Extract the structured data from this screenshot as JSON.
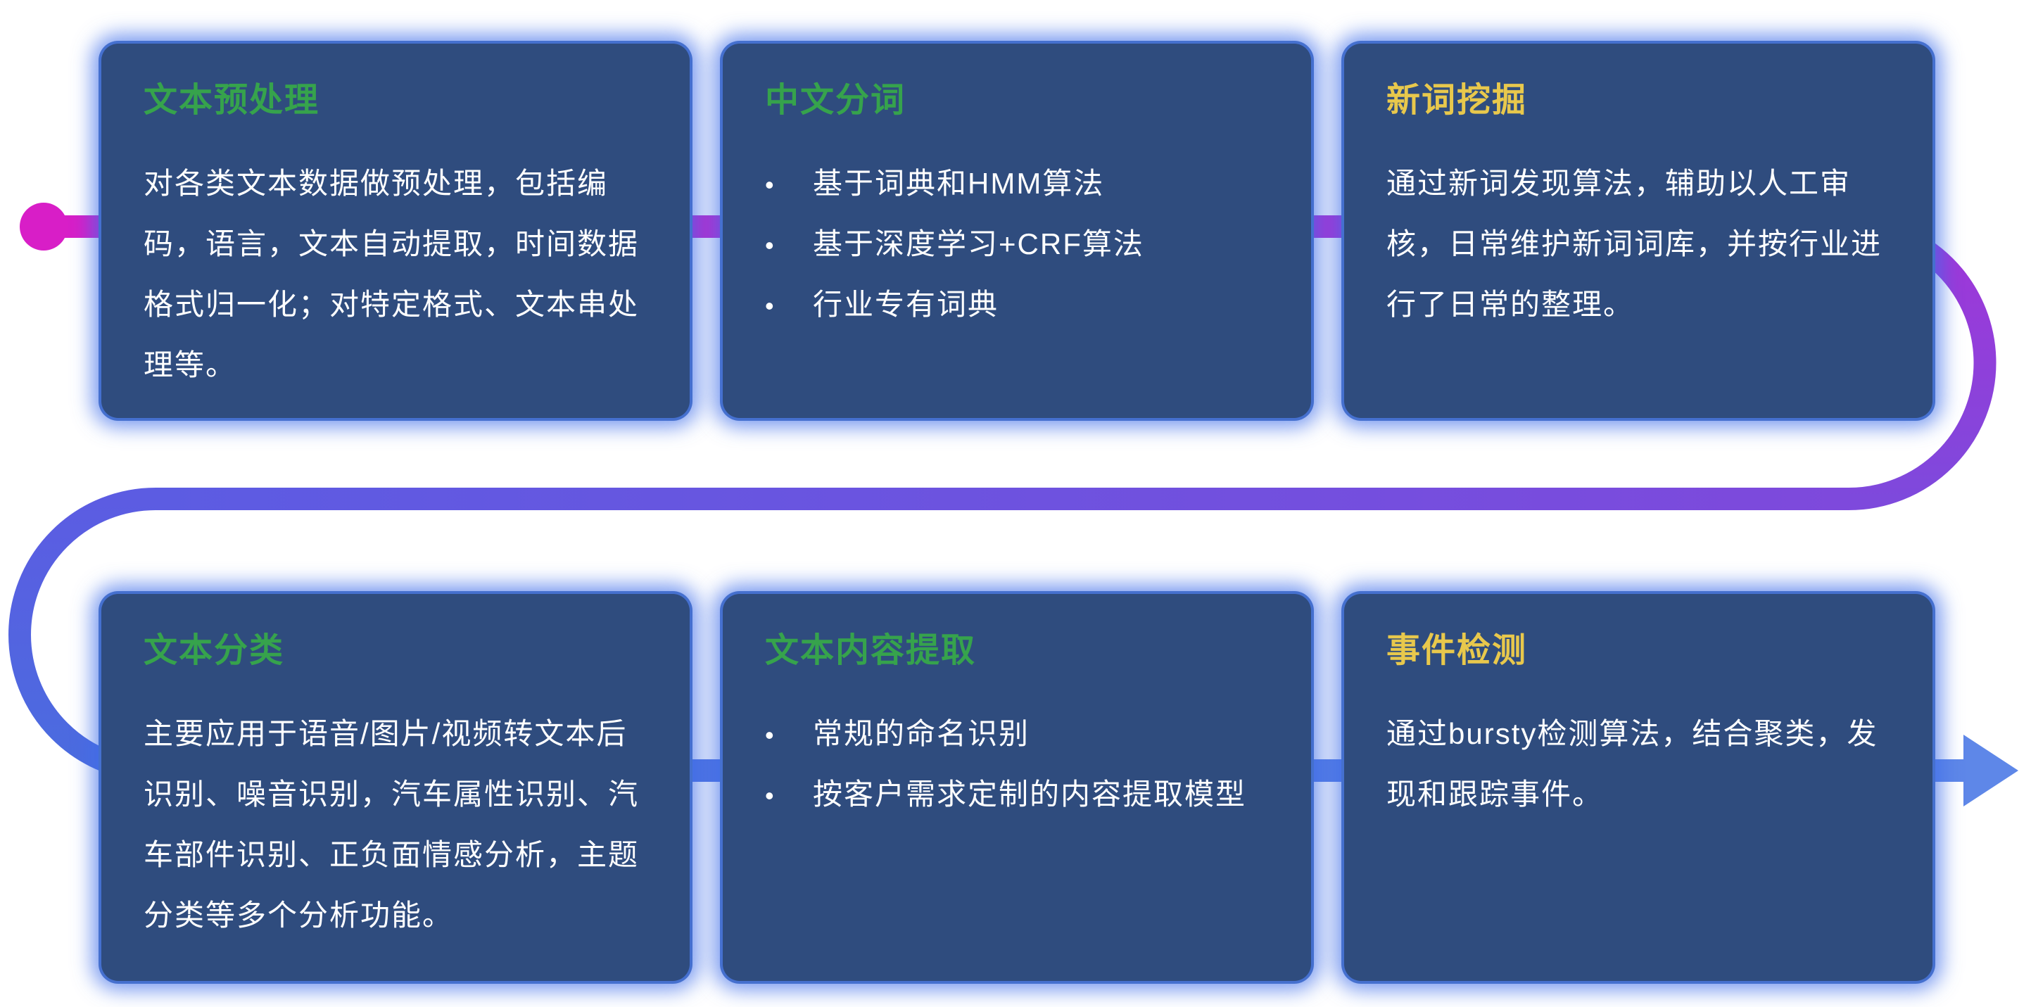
{
  "palette": {
    "page_bg": "#ffffff",
    "card_bg": "#2f4c7e",
    "card_glow": "#3e6ee9",
    "title_green": "#36a34c",
    "title_yellow": "#e8c84c",
    "body_text": "#ffffff",
    "line_start_magenta": "#d81ec7",
    "line_purple": "#a136d8",
    "line_violet": "#7e49dc",
    "line_indigo": "#5c5ce2",
    "line_blue": "#4a6cdf",
    "line_end_blue": "#5e87e8"
  },
  "flow": {
    "start_marker": "magenta-dot",
    "end_marker": "right-arrow"
  },
  "cards": [
    {
      "id": "text-preprocessing",
      "title": "文本预处理",
      "title_color": "green",
      "type": "paragraph",
      "body": "对各类文本数据做预处理，包括编码，语言，文本自动提取，时间数据格式归一化；对特定格式、文本串处理等。"
    },
    {
      "id": "chinese-word-segmentation",
      "title": "中文分词",
      "title_color": "green",
      "type": "bullets",
      "bullets": [
        "基于词典和HMM算法",
        "基于深度学习+CRF算法",
        "行业专有词典"
      ]
    },
    {
      "id": "new-word-mining",
      "title": "新词挖掘",
      "title_color": "yellow",
      "type": "paragraph",
      "body": "通过新词发现算法，辅助以人工审核，日常维护新词词库，并按行业进行了日常的整理。"
    },
    {
      "id": "text-classification",
      "title": "文本分类",
      "title_color": "green",
      "type": "paragraph",
      "body": "主要应用于语音/图片/视频转文本后识别、噪音识别，汽车属性识别、汽车部件识别、正负面情感分析，主题分类等多个分析功能。"
    },
    {
      "id": "text-content-extraction",
      "title": "文本内容提取",
      "title_color": "green",
      "type": "bullets",
      "bullets": [
        "常规的命名识别",
        "按客户需求定制的内容提取模型"
      ]
    },
    {
      "id": "event-detection",
      "title": "事件检测",
      "title_color": "yellow",
      "type": "paragraph",
      "body": "通过bursty检测算法，结合聚类，发现和跟踪事件。"
    }
  ]
}
